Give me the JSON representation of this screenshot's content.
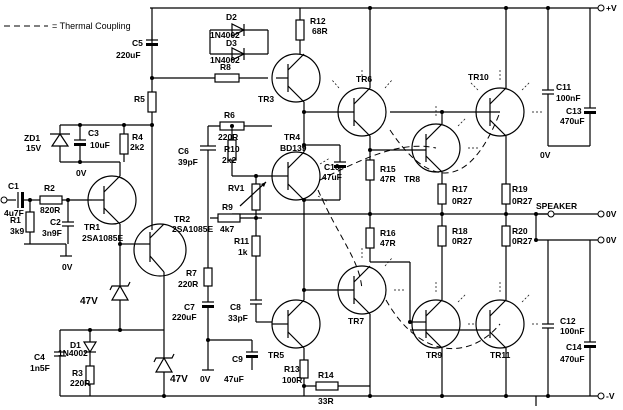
{
  "legend": {
    "text": "= Thermal Coupling"
  },
  "rails": {
    "pos": "+V",
    "gnd1": "0V",
    "gnd2": "0V",
    "neg": "-V"
  },
  "output": "SPEAKER",
  "components": {
    "C1": {
      "ref": "C1",
      "val": "4u7F"
    },
    "R1": {
      "ref": "R1",
      "val": "3k9"
    },
    "R2": {
      "ref": "R2",
      "val": "820R"
    },
    "C2": {
      "ref": "C2",
      "val": "3n9F"
    },
    "TR1": {
      "ref": "TR1",
      "val": "2SA1085E"
    },
    "ZD1": {
      "ref": "ZD1",
      "val": "15V"
    },
    "C3": {
      "ref": "C3",
      "val": "10uF"
    },
    "R4": {
      "ref": "R4",
      "val": "2k2"
    },
    "R5": {
      "ref": "R5"
    },
    "C5": {
      "ref": "C5",
      "val": "220uF"
    },
    "R8": {
      "ref": "R8"
    },
    "D2": {
      "ref": "D2",
      "val": "1N4002"
    },
    "D3": {
      "ref": "D3",
      "val": "1N4002"
    },
    "R12": {
      "ref": "R12",
      "val": "68R"
    },
    "TR3": {
      "ref": "TR3"
    },
    "TR2": {
      "ref": "TR2",
      "val": "2SA1085E"
    },
    "R6": {
      "ref": "R6",
      "val": "220R"
    },
    "R10": {
      "ref": "R10",
      "val": "2k2"
    },
    "C6": {
      "ref": "C6",
      "val": "39pF"
    },
    "TR4": {
      "ref": "TR4",
      "val": "BD139"
    },
    "RV1": {
      "ref": "RV1"
    },
    "R9": {
      "ref": "R9",
      "val": "4k7"
    },
    "R11": {
      "ref": "R11",
      "val": "1k"
    },
    "C10": {
      "ref": "C10",
      "val": "47uF"
    },
    "R7": {
      "ref": "R7",
      "val": "220R"
    },
    "C7": {
      "ref": "C7",
      "val": "220uF"
    },
    "C8": {
      "ref": "C8",
      "val": "33pF"
    },
    "C9": {
      "ref": "C9",
      "val": "47uF"
    },
    "TR5": {
      "ref": "TR5"
    },
    "R13": {
      "ref": "R13",
      "val": "100R"
    },
    "R14": {
      "ref": "R14",
      "val": "33R"
    },
    "D1": {
      "ref": "D1",
      "val": "1N4002"
    },
    "C4": {
      "ref": "C4",
      "val": "1n5F"
    },
    "R3": {
      "ref": "R3",
      "val": "220R"
    },
    "TR6": {
      "ref": "TR6"
    },
    "TR8": {
      "ref": "TR8"
    },
    "TR10": {
      "ref": "TR10"
    },
    "R15": {
      "ref": "R15",
      "val": "47R"
    },
    "R17": {
      "ref": "R17",
      "val": "0R27"
    },
    "R19": {
      "ref": "R19",
      "val": "0R27"
    },
    "C11": {
      "ref": "C11",
      "val": "100nF"
    },
    "C13": {
      "ref": "C13",
      "val": "470uF"
    },
    "TR7": {
      "ref": "TR7"
    },
    "TR9": {
      "ref": "TR9"
    },
    "TR11": {
      "ref": "TR11"
    },
    "R16": {
      "ref": "R16",
      "val": "47R"
    },
    "R18": {
      "ref": "R18",
      "val": "0R27"
    },
    "R20": {
      "ref": "R20",
      "val": "0R27"
    },
    "C12": {
      "ref": "C12",
      "val": "100nF"
    },
    "C14": {
      "ref": "C14",
      "val": "470uF"
    }
  },
  "zener_labels": {
    "left": "47V",
    "right": "47V"
  }
}
